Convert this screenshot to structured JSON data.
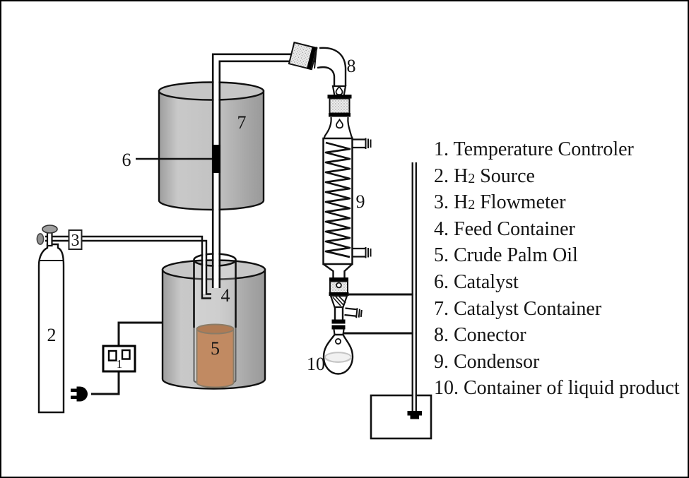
{
  "figure": {
    "type": "laboratory-apparatus-diagram",
    "subject": "Hydrogenation apparatus for crude palm oil"
  },
  "diagram_labels": {
    "temperature_controller": "1",
    "h2_source": "2",
    "h2_flowmeter": "3",
    "feed_container": "4",
    "crude_palm_oil": "5",
    "catalyst": "6",
    "catalyst_container": "7",
    "connector": "8",
    "condenser": "9",
    "liquid_product_container": "10"
  },
  "legend": {
    "items": [
      {
        "pre": "1. Temperature Controler",
        "sub": "",
        "post": ""
      },
      {
        "pre": "2. H",
        "sub": "2",
        "post": " Source"
      },
      {
        "pre": "3. H",
        "sub": "2",
        "post": " Flowmeter"
      },
      {
        "pre": "4. Feed Container",
        "sub": "",
        "post": ""
      },
      {
        "pre": "5. Crude Palm Oil",
        "sub": "",
        "post": ""
      },
      {
        "pre": "6. Catalyst",
        "sub": "",
        "post": ""
      },
      {
        "pre": "7. Catalyst Container",
        "sub": "",
        "post": ""
      },
      {
        "pre": "8. Conector",
        "sub": "",
        "post": ""
      },
      {
        "pre": "9. Condensor",
        "sub": "",
        "post": ""
      },
      {
        "pre": "10. Container of liquid product",
        "sub": "",
        "post": ""
      }
    ]
  },
  "colors": {
    "oil_body": "#c18a62",
    "oil_surface": "#b07b54",
    "catalyst": "#000000",
    "container_gray_light": "#c9c9c9",
    "container_gray_dark": "#9d9d9d",
    "line": "#111111"
  }
}
